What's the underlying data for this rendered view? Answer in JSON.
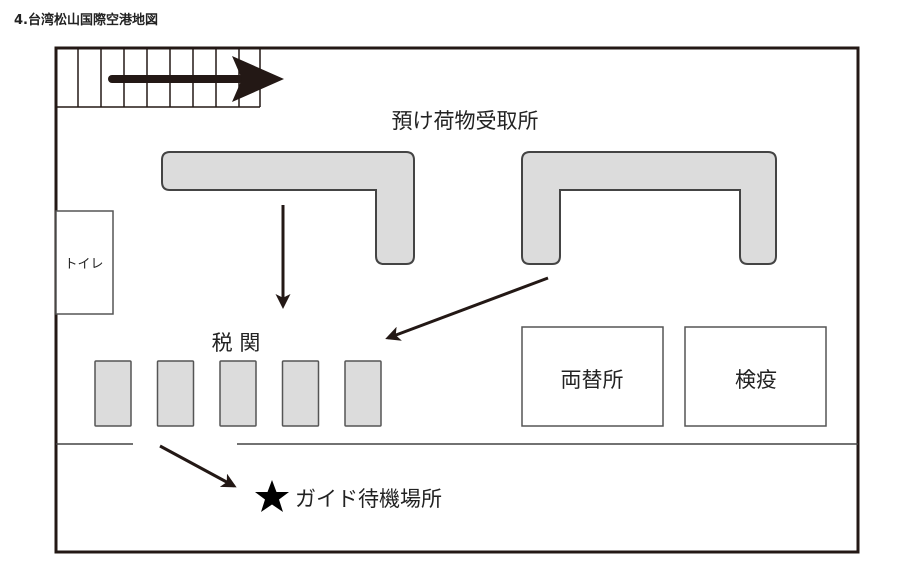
{
  "title": "4.台湾松山国際空港地図",
  "colors": {
    "wall": "#231815",
    "counter_fill": "#dcdcdc",
    "counter_stroke": "#444444",
    "arrow": "#231815",
    "room_stroke": "#555555"
  },
  "areas": {
    "baggage_claim": "預け荷物受取所",
    "toilet": "トイレ",
    "customs": "税 関",
    "currency_exchange": "両替所",
    "quarantine": "検疫",
    "guide_meeting_point": "ガイド待機場所"
  },
  "icons": {
    "escalator": "escalator-icon",
    "meeting_point": "star-icon"
  },
  "customs_booth_count": 5
}
